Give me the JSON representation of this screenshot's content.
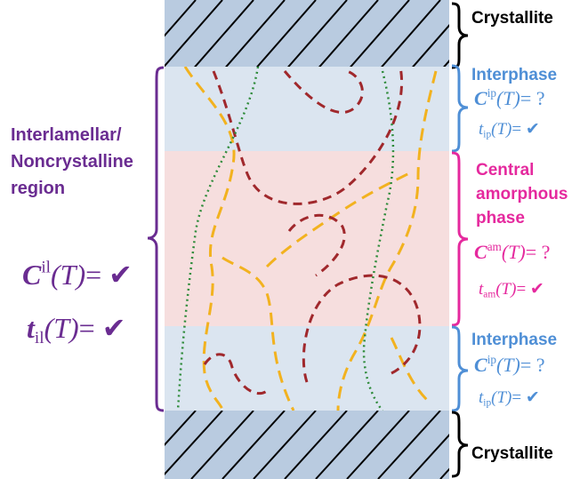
{
  "labels": {
    "crystallite_top": "Crystallite",
    "crystallite_bottom": "Crystallite",
    "interphase_top": "Interphase",
    "interphase_bottom": "Interphase",
    "central_line1": "Central",
    "central_line2": "amorphous",
    "central_line3": "phase",
    "interlamellar_line1": "Interlamellar/",
    "interlamellar_line2": "Noncrystalline",
    "interlamellar_line3": "region"
  },
  "equations": {
    "c_ip_top": {
      "symbol": "C",
      "sup": "ip",
      "arg": "(T)",
      "rhs": "= ?"
    },
    "t_ip_top": {
      "symbol": "t",
      "sub": "ip",
      "arg": "(T)",
      "rhs": "= ✔"
    },
    "c_am": {
      "symbol": "C",
      "sup": "am",
      "arg": "(T)",
      "rhs": "= ?"
    },
    "t_am": {
      "symbol": "t",
      "sub": "am",
      "arg": "(T)",
      "rhs": "= ✔"
    },
    "c_ip_bottom": {
      "symbol": "C",
      "sup": "ip",
      "arg": "(T)",
      "rhs": "= ?"
    },
    "t_ip_bottom": {
      "symbol": "t",
      "sub": "ip",
      "arg": "(T)",
      "rhs": "= ✔"
    },
    "c_il": {
      "symbol": "C",
      "sup": "il",
      "arg": "(T)",
      "rhs": "= ✔"
    },
    "t_il": {
      "symbol": "t",
      "sub": "il",
      "arg": "(T)",
      "rhs": "= ✔"
    }
  },
  "colors": {
    "crystallite_fill": "#b9cbe0",
    "interphase_fill": "#dbe5f0",
    "amorphous_fill": "#f6dede",
    "hatch": "#000000",
    "interphase_text": "#4f8fd6",
    "central_text": "#e5299e",
    "interlamellar_text": "#6a2c91",
    "chain_red": "#a0282c",
    "chain_orange": "#f2b21f",
    "chain_green": "#2e8b3a"
  }
}
